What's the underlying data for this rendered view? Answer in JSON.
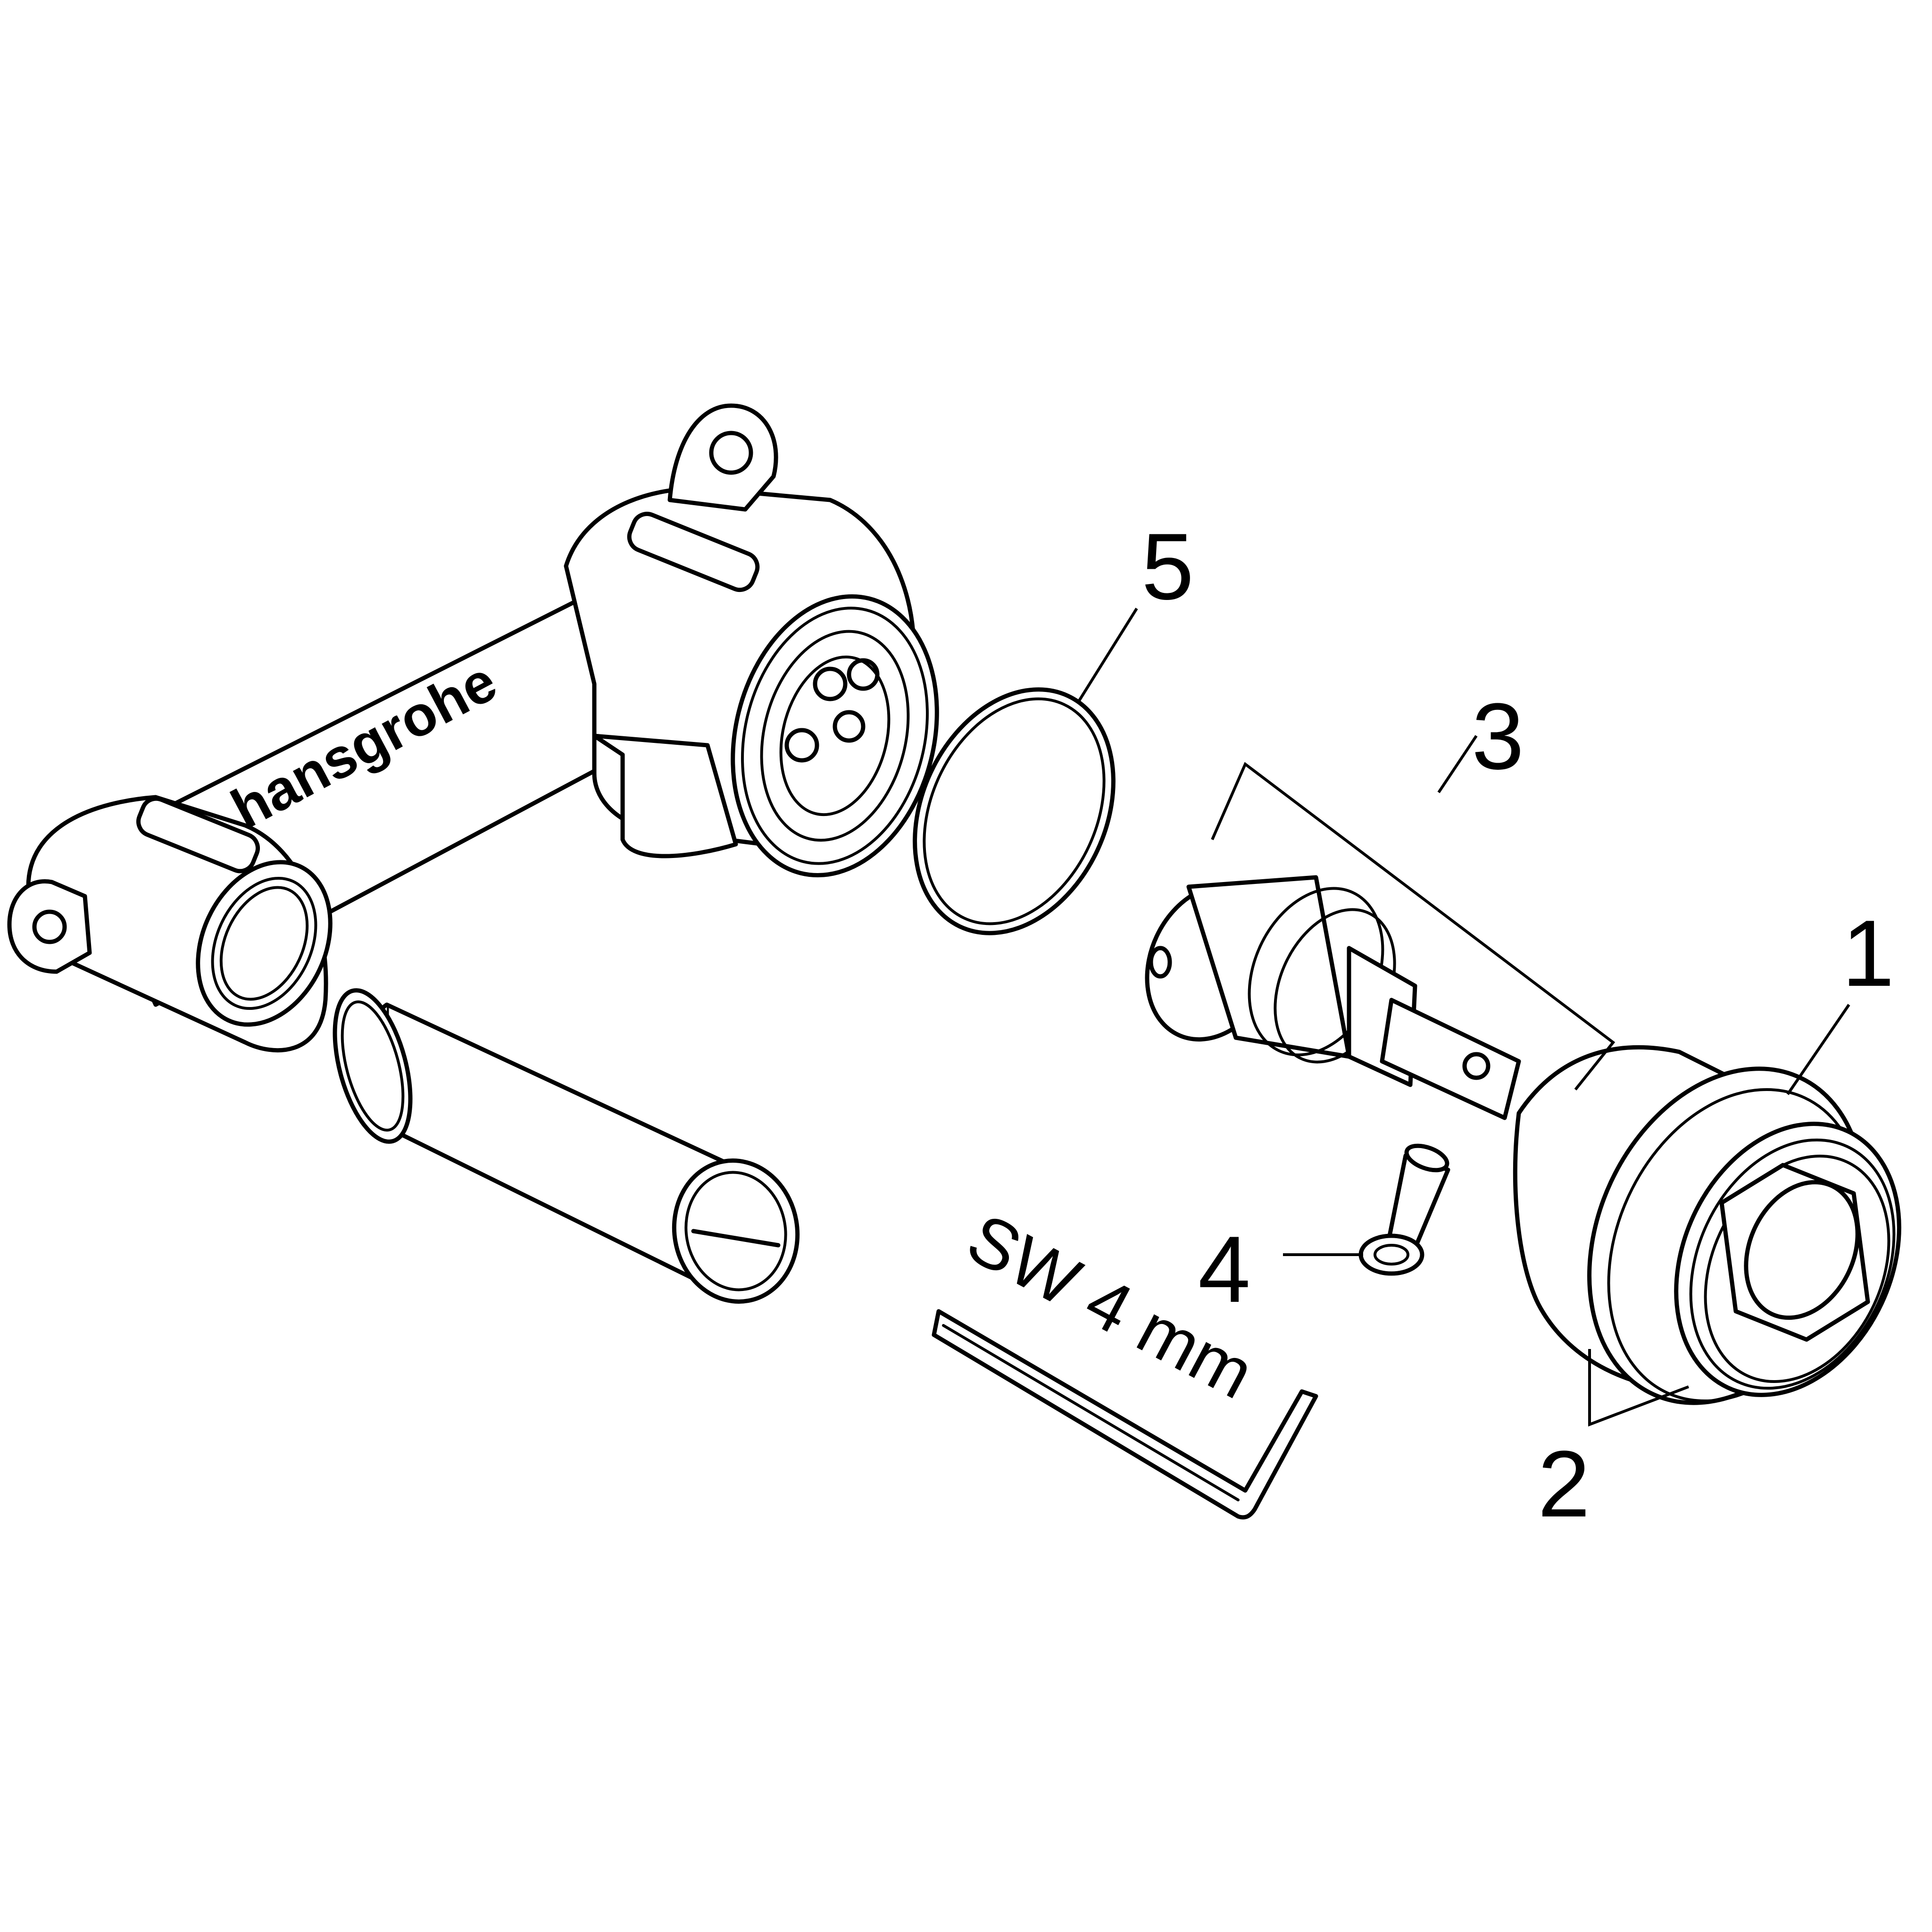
{
  "brand": "hansgrohe",
  "callouts": [
    {
      "id": "1",
      "label": "1"
    },
    {
      "id": "2",
      "label": "2"
    },
    {
      "id": "3",
      "label": "3"
    },
    {
      "id": "4",
      "label": "4"
    },
    {
      "id": "5",
      "label": "5"
    }
  ],
  "tool_label": "SW 4 mm"
}
